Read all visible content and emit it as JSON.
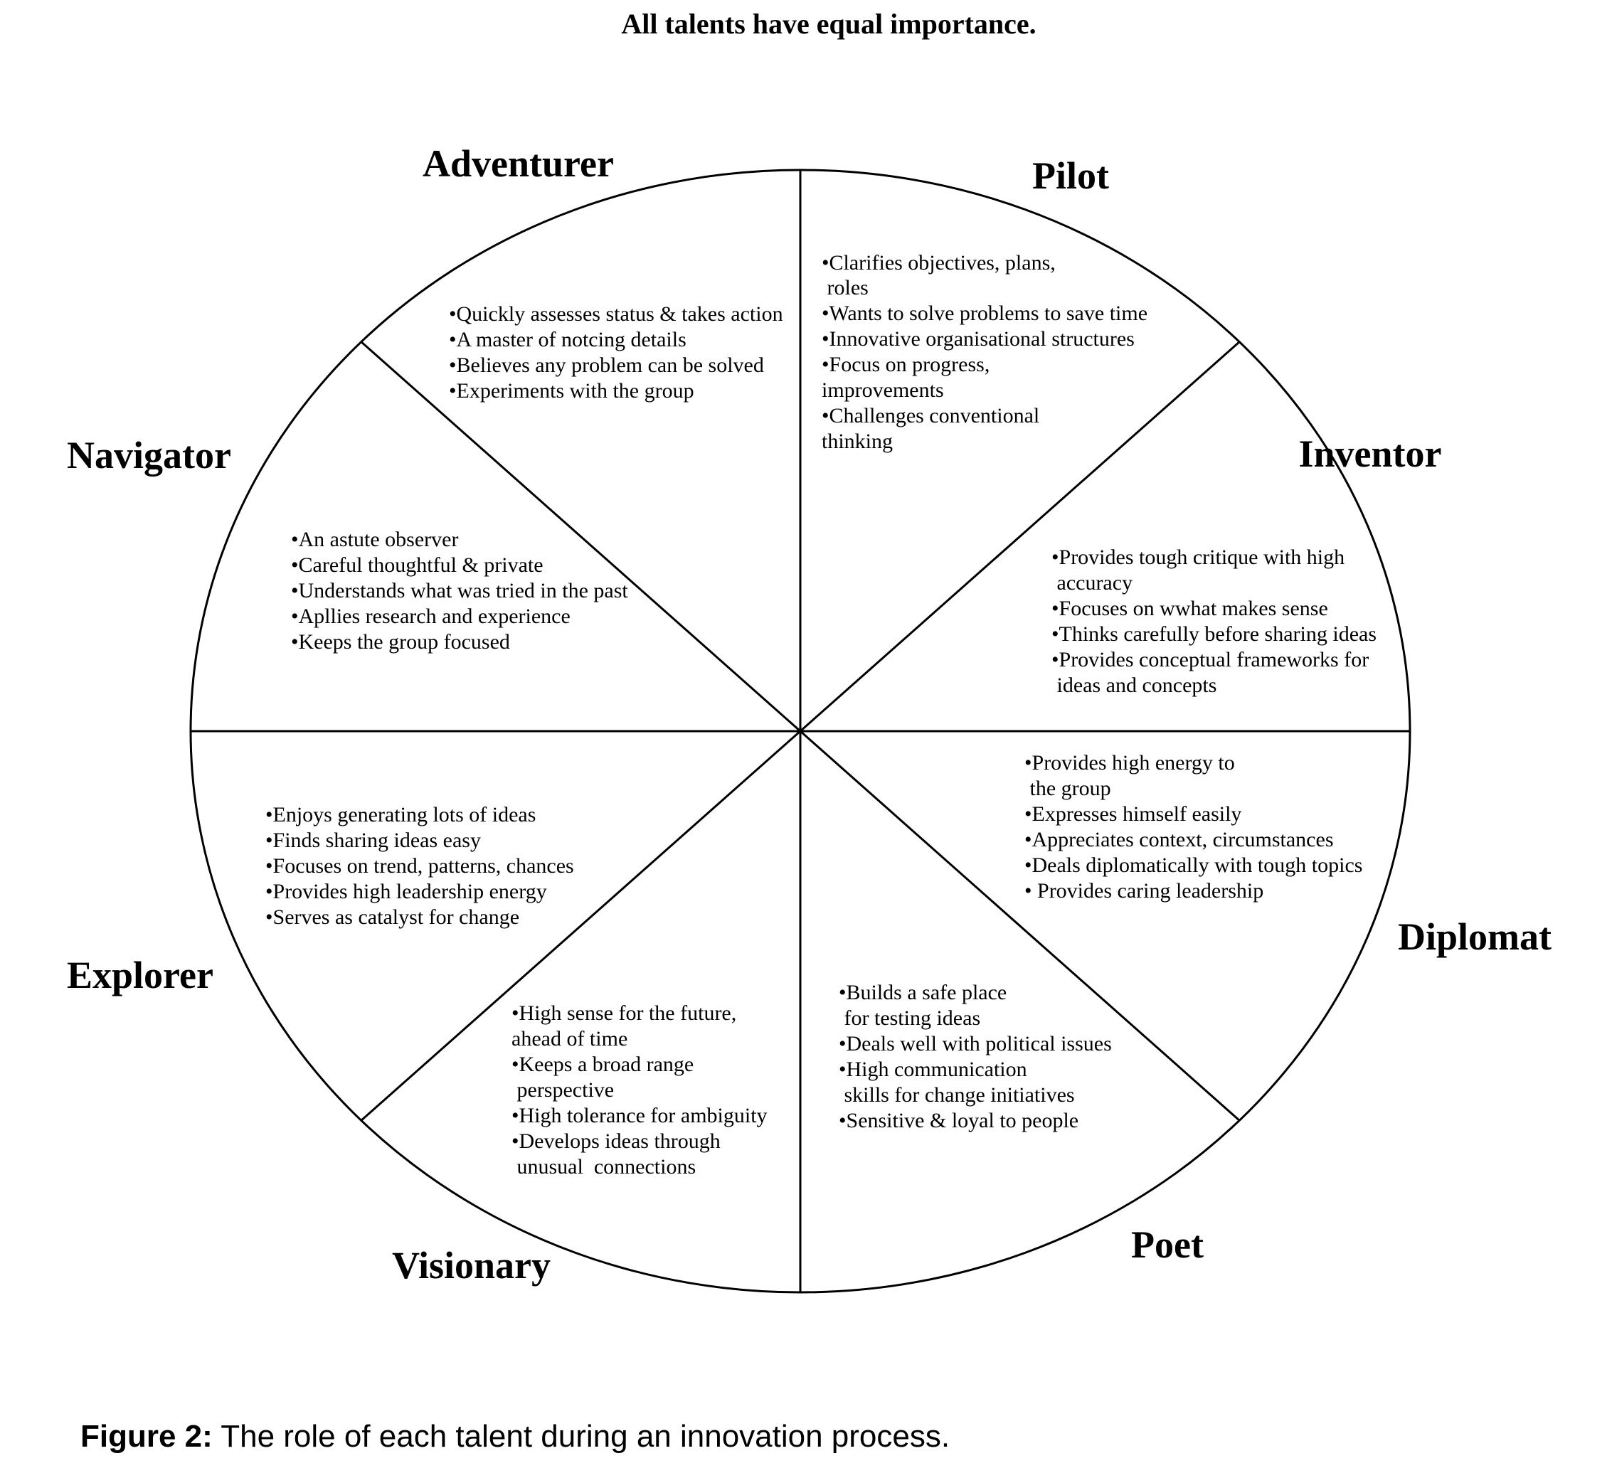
{
  "title": "All talents have equal importance.",
  "caption": {
    "prefix": "Figure 2:",
    "text": " The role of each talent during an innovation process."
  },
  "talents": [
    {
      "id": "adventurer",
      "name": "Adventurer",
      "lines": [
        "•Quickly assesses status & takes action",
        "•A master of notcing details",
        "•Believes any problem can be solved",
        "•Experiments with the group"
      ]
    },
    {
      "id": "pilot",
      "name": "Pilot",
      "lines": [
        "•Clarifies objectives, plans,",
        " roles",
        "•Wants to solve problems to save time",
        "•Innovative organisational structures",
        "•Focus on progress,",
        "improvements",
        "•Challenges conventional",
        "thinking"
      ]
    },
    {
      "id": "navigator",
      "name": "Navigator",
      "lines": [
        "•An astute observer",
        "•Careful thoughtful & private",
        "•Understands what was tried in the past",
        "•Apllies research and experience",
        "•Keeps the group focused"
      ]
    },
    {
      "id": "inventor",
      "name": "Inventor",
      "lines": [
        "•Provides tough critique with high",
        " accuracy",
        "•Focuses on wwhat makes sense",
        "•Thinks carefully before sharing ideas",
        "•Provides conceptual frameworks for",
        " ideas and concepts"
      ]
    },
    {
      "id": "explorer",
      "name": "Explorer",
      "lines": [
        "•Enjoys generating lots of ideas",
        "•Finds sharing ideas easy",
        "•Focuses on trend, patterns, chances",
        "•Provides high leadership energy",
        "•Serves as catalyst for change"
      ]
    },
    {
      "id": "diplomat",
      "name": "Diplomat",
      "lines": [
        "•Provides high energy to",
        " the group",
        "•Expresses himself easily",
        "•Appreciates context, circumstances",
        "•Deals diplomatically with tough topics",
        "• Provides caring leadership"
      ]
    },
    {
      "id": "visionary",
      "name": "Visionary",
      "lines": [
        "•High sense for the future,",
        "ahead of time",
        "•Keeps a broad range",
        " perspective",
        "•High tolerance for ambiguity",
        "•Develops ideas through",
        " unusual  connections"
      ]
    },
    {
      "id": "poet",
      "name": "Poet",
      "lines": [
        "•Builds a safe place",
        " for testing ideas",
        "•Deals well with political issues",
        "•High communication",
        " skills for change initiatives",
        "•Sensitive & loyal to people"
      ]
    }
  ]
}
